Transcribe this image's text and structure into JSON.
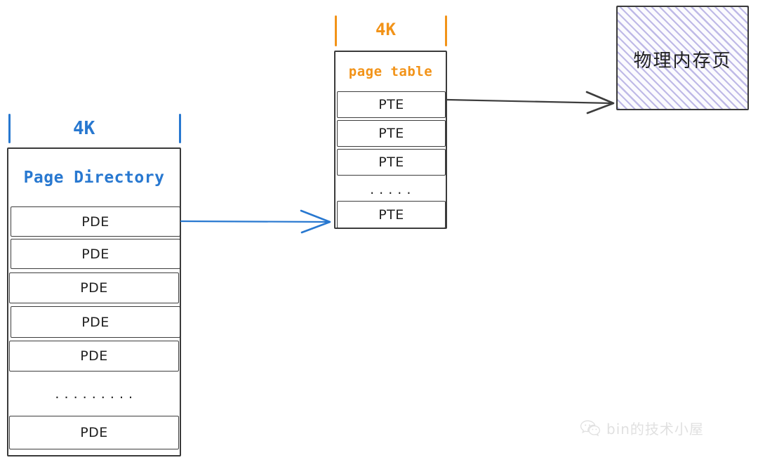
{
  "diagram": {
    "title": "x86 two-level page table address translation",
    "colors": {
      "blue": "#2878d0",
      "orange": "#f29318",
      "purple": "#968ed6",
      "ink": "#3a3a3a"
    }
  },
  "page_directory": {
    "dimension_label": "4K",
    "header": "Page Directory",
    "rows": [
      {
        "label": "PDE",
        "style": "highlight-blue"
      },
      {
        "label": "PDE",
        "style": "hatch-gray"
      },
      {
        "label": "PDE",
        "style": "hatch-gray"
      },
      {
        "label": "PDE",
        "style": "hatch-gray"
      },
      {
        "label": "PDE",
        "style": "hatch-gray"
      },
      {
        "label": ". . . . . . . . .",
        "style": "ellipsis"
      },
      {
        "label": "PDE",
        "style": "hatch-gray"
      }
    ]
  },
  "page_table": {
    "dimension_label": "4K",
    "header": "page table",
    "rows": [
      {
        "label": "PTE",
        "style": "highlight-orange"
      },
      {
        "label": "PTE",
        "style": "hatch-gray"
      },
      {
        "label": "PTE",
        "style": "hatch-gray"
      },
      {
        "label": ". . . . .",
        "style": "ellipsis"
      },
      {
        "label": "PTE",
        "style": "hatch-gray"
      }
    ]
  },
  "physical_page": {
    "label": "物理内存页"
  },
  "arrows": [
    {
      "name": "pde-to-page-table",
      "color": "#2878d0",
      "from": "page-directory-row-0",
      "to": "page-table-box"
    },
    {
      "name": "pte-to-physical-page",
      "color": "#3d3d3d",
      "from": "page-table-row-0",
      "to": "physical-page-box"
    }
  ],
  "watermark": {
    "text": "bin的技术小屋",
    "icon": "wechat-icon"
  }
}
